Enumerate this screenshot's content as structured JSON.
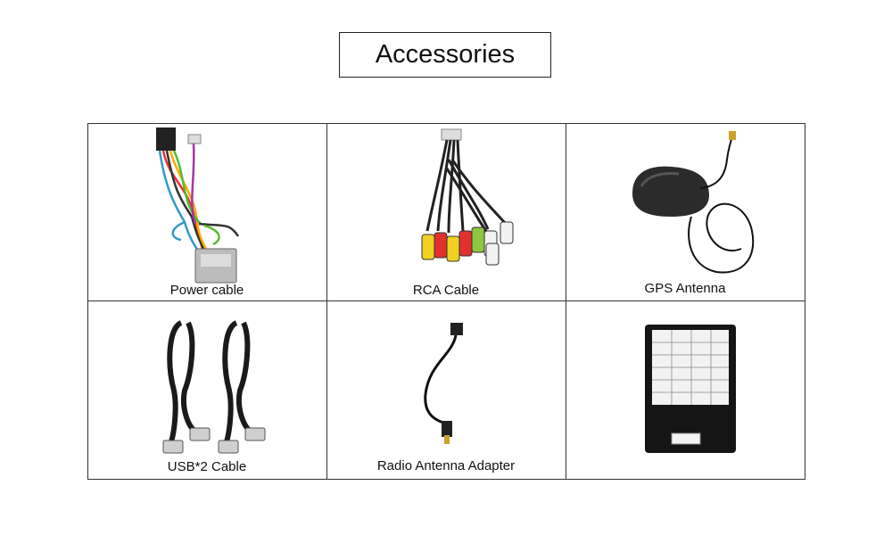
{
  "title": "Accessories",
  "items": [
    {
      "id": "power-cable",
      "label": "Power cable"
    },
    {
      "id": "rca-cable",
      "label": "RCA Cable"
    },
    {
      "id": "gps-antenna",
      "label": "GPS Antenna"
    },
    {
      "id": "usb-cable",
      "label": "USB*2 Cable"
    },
    {
      "id": "radio-antenna-adapter",
      "label": "Radio Antenna Adapter"
    },
    {
      "id": "canbus-box",
      "label": ""
    }
  ]
}
